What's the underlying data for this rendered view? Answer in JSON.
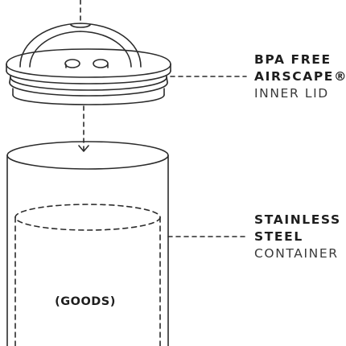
{
  "lid_callout": {
    "line1": "BPA FREE",
    "line2": "AIRSCAPE®",
    "line3": "INNER LID"
  },
  "container_callout": {
    "line1": "STAINLESS",
    "line2": "STEEL",
    "line3": "CONTAINER"
  },
  "contents_label": "(GOODS)",
  "colors": {
    "line": "#2b2b2b",
    "text": "#1e1e1e",
    "background": "#ffffff"
  }
}
